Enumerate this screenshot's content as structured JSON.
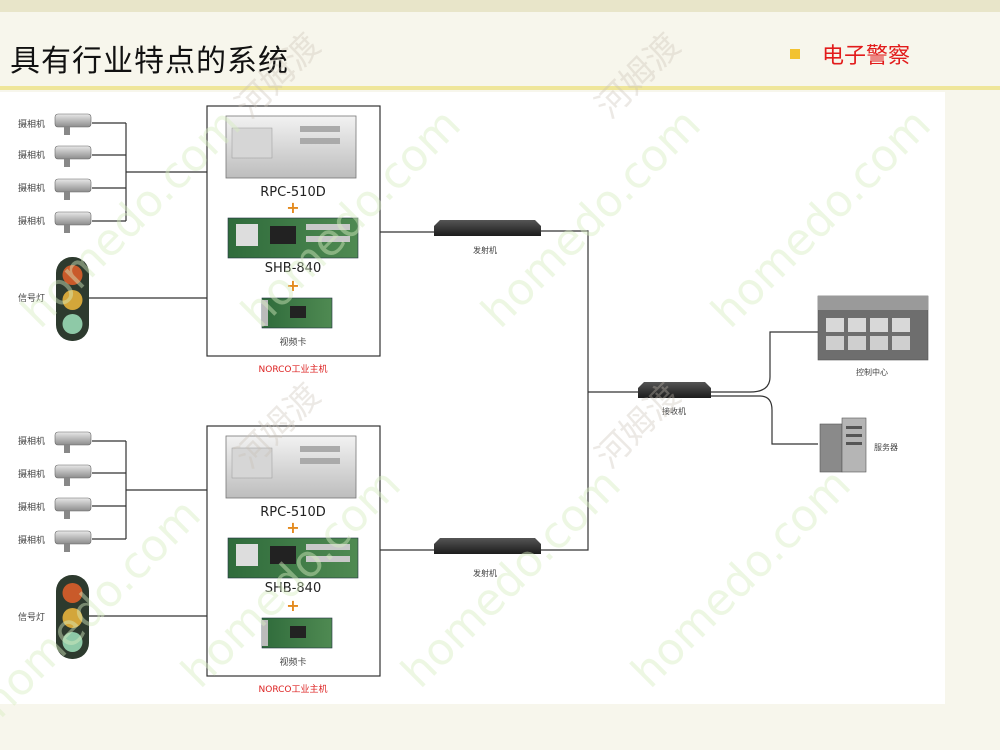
{
  "slide": {
    "title": "具有行业特点的系统",
    "subtitle": "电子警察",
    "accent_color": "#e21b1b",
    "bullet_color": "#f2c230"
  },
  "diagram": {
    "units": [
      {
        "camera_labels": [
          "摄相机",
          "摄相机",
          "摄相机",
          "摄相机"
        ],
        "signal_label": "信号灯",
        "host_board_1": "RPC-510D",
        "plus_1": "+",
        "board_2": "SHB-840",
        "plus_2": "+",
        "card_label": "视频卡",
        "host_caption": "NORCO工业主机",
        "transmitter_label": "发射机"
      },
      {
        "camera_labels": [
          "摄相机",
          "摄相机",
          "摄相机",
          "摄相机"
        ],
        "signal_label": "信号灯",
        "host_board_1": "RPC-510D",
        "plus_1": "+",
        "board_2": "SHB-840",
        "plus_2": "+",
        "card_label": "视频卡",
        "host_caption": "NORCO工业主机",
        "transmitter_label": "发射机"
      }
    ],
    "receiver_label": "接收机",
    "control_center_label": "控制中心",
    "server_label": "服务器"
  },
  "watermark": {
    "text": "homedo.com",
    "cn": "河姆渡"
  }
}
